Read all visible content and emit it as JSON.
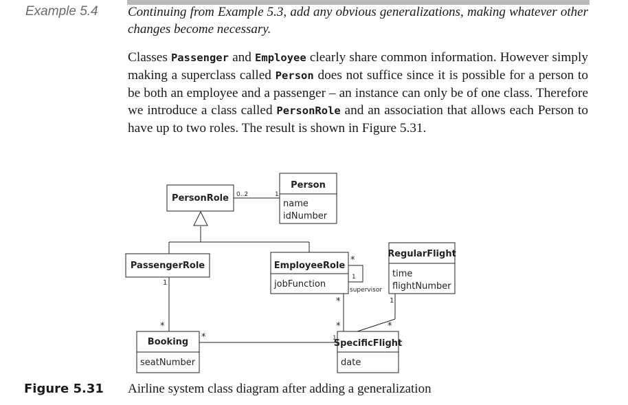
{
  "example": {
    "label": "Example 5.4",
    "intro": "Continuing from Example 5.3, add any obvious generalizations, making whatever other changes become necessary."
  },
  "paragraph": {
    "t1": "Classes ",
    "c_passenger": "Passenger",
    "t2": " and ",
    "c_employee": "Employee",
    "t3": " clearly share common information. However simply making a superclass called ",
    "c_person": "Person",
    "t4": " does not suffice since it is possible for a person to be both an employee and a passenger – an instance can only be of one class. Therefore we introduce a class called ",
    "c_personrole": "PersonRole",
    "t5": " and an association that allows each Person to have up to two roles. The result is shown in Figure 5.31."
  },
  "diagram": {
    "classes": {
      "person": {
        "name": "Person",
        "attributes": [
          "name",
          "idNumber"
        ]
      },
      "personrole": {
        "name": "PersonRole",
        "attributes": []
      },
      "passengerrole": {
        "name": "PassengerRole",
        "attributes": []
      },
      "employeerole": {
        "name": "EmployeeRole",
        "attributes": [
          "jobFunction"
        ]
      },
      "regularflight": {
        "name": "RegularFlight",
        "attributes": [
          "time",
          "flightNumber"
        ]
      },
      "booking": {
        "name": "Booking",
        "attributes": [
          "seatNumber"
        ]
      },
      "specificflight": {
        "name": "SpecificFlight",
        "attributes": [
          "date"
        ]
      }
    },
    "multiplicities": {
      "personrole_person_near_role": "0..2",
      "personrole_person_near_person": "1",
      "passenger_booking_near_passenger": "1",
      "passenger_booking_near_booking": "*",
      "booking_flight_near_booking": "*",
      "booking_flight_near_flight": "1",
      "employee_self_many": "*",
      "employee_self_one": "1",
      "employee_self_role": "supervisor",
      "employee_flight_near_employee": "*",
      "employee_flight_near_flight": "*",
      "regular_specific_near_regular": "1",
      "regular_specific_near_specific": "*"
    }
  },
  "figure": {
    "label": "Figure 5.31",
    "caption": "Airline system class diagram after adding a generalization"
  }
}
